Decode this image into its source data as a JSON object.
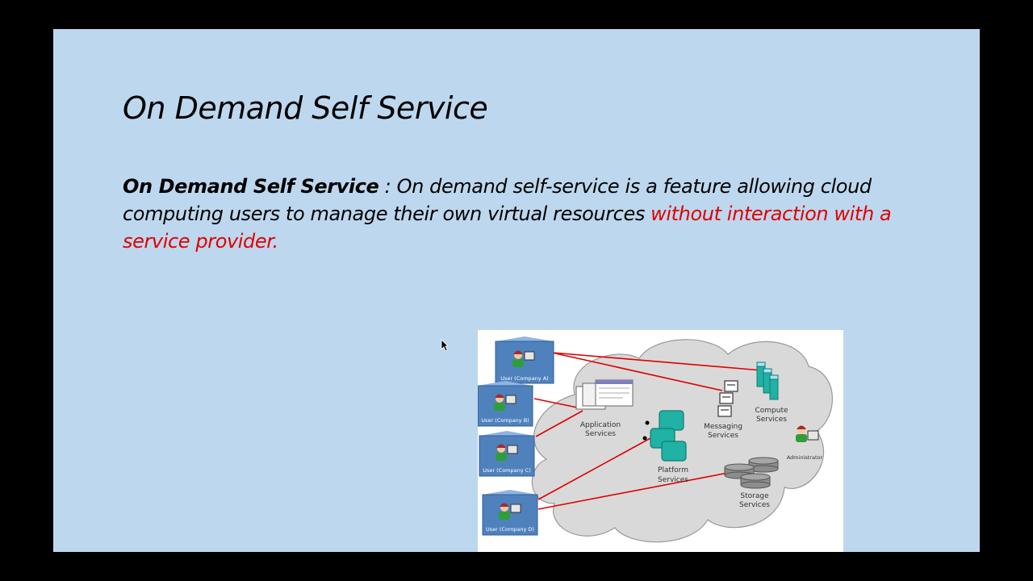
{
  "slide": {
    "title": "On Demand Self Service",
    "body": {
      "term": "On Demand Self Service",
      "text": " : On demand self-service is a feature allowing cloud computing users to manage their own virtual resources ",
      "emphasis": "without interaction with a service provider."
    }
  },
  "diagram": {
    "users": [
      {
        "label": "User (Company A)"
      },
      {
        "label": "User (Company B)"
      },
      {
        "label": "User (Company C)"
      },
      {
        "label": "User (Company D)"
      }
    ],
    "services": {
      "application": [
        "Application",
        "Services"
      ],
      "messaging": [
        "Messaging",
        "Services"
      ],
      "compute": [
        "Compute",
        "Services"
      ],
      "platform": [
        "Platform",
        "Services"
      ],
      "storage": [
        "Storage",
        "Services"
      ],
      "administrator": "Administrator"
    }
  },
  "colors": {
    "slide_background": "#bdd7ee",
    "letterbox": "#000000",
    "emphasis_text": "#e00000",
    "cloud_fill": "#d9d9d9",
    "connector": "#e00000",
    "user_box": "#4f81bd",
    "service_teal": "#20b2a4"
  }
}
